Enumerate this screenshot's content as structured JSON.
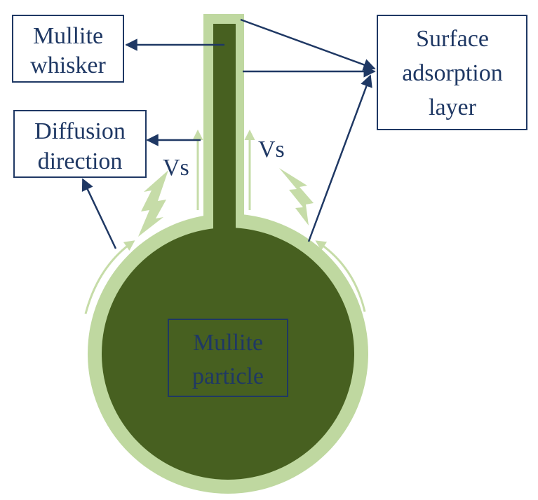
{
  "labels": {
    "mullite_whisker": [
      "Mullite",
      "whisker"
    ],
    "surface_adsorption_layer": [
      "Surface",
      "adsorption",
      "layer"
    ],
    "diffusion_direction": [
      "Diffusion",
      "direction"
    ],
    "mullite_particle": [
      "Mullite",
      "particle"
    ],
    "vs_left": "Vs",
    "vs_right": "Vs"
  },
  "colors": {
    "dark_green": "#476020",
    "light_green": "#bfd8a0",
    "arrow_green": "#c6dca8",
    "navy": "#1f3864",
    "box_stroke": "#1f3864"
  }
}
